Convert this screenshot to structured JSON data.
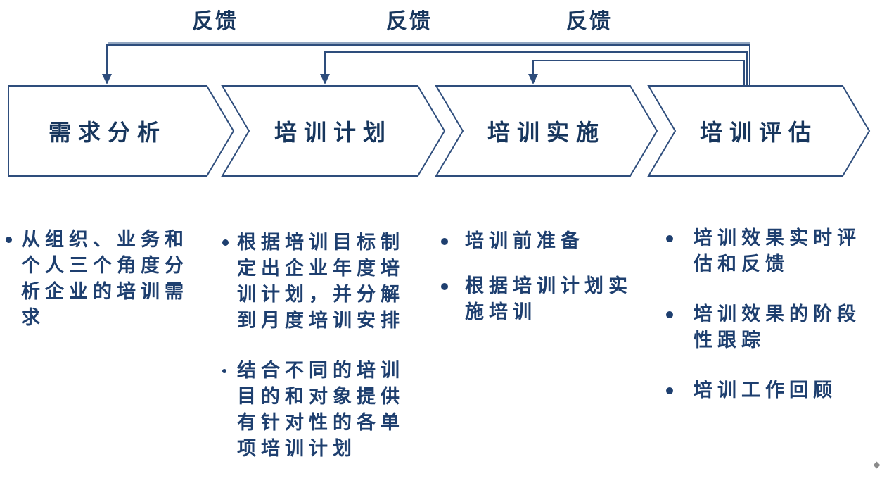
{
  "colors": {
    "title_navy": "#17365d",
    "body_navy": "#1e3f6f",
    "shape_border_navy": "#2e4d7c",
    "feedback_line_light": "#93a7c1",
    "corner_mark_gray": "#6e6e6e"
  },
  "feedback": {
    "labels": [
      "反馈",
      "反馈",
      "反馈"
    ]
  },
  "stages": [
    {
      "title": "需求分析"
    },
    {
      "title": "培训计划"
    },
    {
      "title": "培训实施"
    },
    {
      "title": "培训评估"
    }
  ],
  "details": {
    "col1": {
      "items": [
        {
          "text": "从组织、业务和\n个人三个角度分\n析企业的培训需\n求"
        }
      ]
    },
    "col2": {
      "items": [
        {
          "text": "根据培训目标制\n定出企业年度培\n训计划，并分解\n到月度培训安排"
        },
        {
          "text": "结合不同的培训\n目的和对象提供\n有针对性的各单\n项培训计划"
        }
      ]
    },
    "col3": {
      "items": [
        {
          "text": "培训前准备"
        },
        {
          "text": "根据培训计划实\n施培训"
        }
      ]
    },
    "col4": {
      "items": [
        {
          "text": "培训效果实时评\n估和反馈"
        },
        {
          "text": "培训效果的阶段\n性跟踪"
        },
        {
          "text": "培训工作回顾"
        }
      ]
    }
  }
}
